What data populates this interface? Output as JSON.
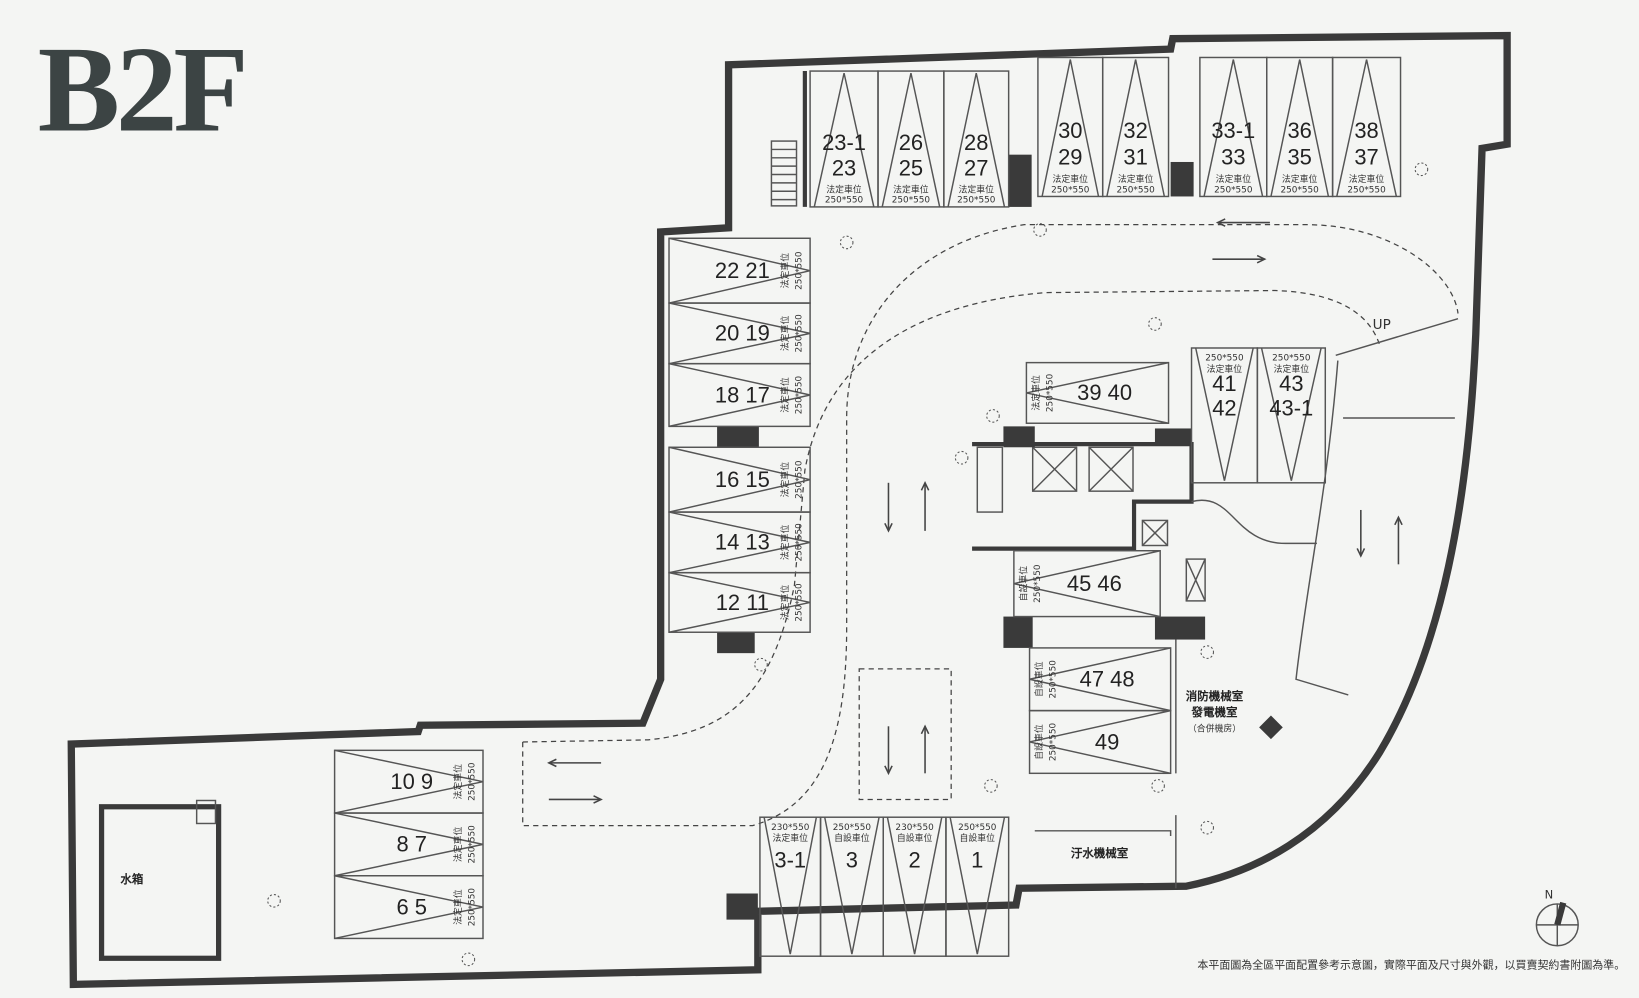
{
  "title": "B2F",
  "stalls": [
    {
      "numbers": [
        "23-1",
        "23"
      ],
      "type": "法定車位",
      "size": "250*550"
    },
    {
      "numbers": [
        "26",
        "25"
      ],
      "type": "法定車位",
      "size": "250*550"
    },
    {
      "numbers": [
        "28",
        "27"
      ],
      "type": "法定車位",
      "size": "250*550"
    },
    {
      "numbers": [
        "30",
        "29"
      ],
      "type": "法定車位",
      "size": "250*550"
    },
    {
      "numbers": [
        "32",
        "31"
      ],
      "type": "法定車位",
      "size": "250*550"
    },
    {
      "numbers": [
        "33-1",
        "33"
      ],
      "type": "法定車位",
      "size": "250*550"
    },
    {
      "numbers": [
        "36",
        "35"
      ],
      "type": "法定車位",
      "size": "250*550"
    },
    {
      "numbers": [
        "38",
        "37"
      ],
      "type": "法定車位",
      "size": "250*550"
    },
    {
      "numbers": [
        "22 21"
      ],
      "type": "法定車位",
      "size": "250*550"
    },
    {
      "numbers": [
        "20 19"
      ],
      "type": "法定車位",
      "size": "250*550"
    },
    {
      "numbers": [
        "18 17"
      ],
      "type": "法定車位",
      "size": "250*550"
    },
    {
      "numbers": [
        "16 15"
      ],
      "type": "法定車位",
      "size": "250*550"
    },
    {
      "numbers": [
        "14 13"
      ],
      "type": "法定車位",
      "size": "250*550"
    },
    {
      "numbers": [
        "12 11"
      ],
      "type": "法定車位",
      "size": "250*550"
    },
    {
      "numbers": [
        "39 40"
      ],
      "type": "法定車位",
      "size": "250*550"
    },
    {
      "numbers": [
        "41",
        "42"
      ],
      "type": "法定車位",
      "size": "250*550"
    },
    {
      "numbers": [
        "43",
        "43-1"
      ],
      "type": "法定車位",
      "size": "250*550"
    },
    {
      "numbers": [
        "45 46"
      ],
      "type": "自設車位",
      "size": "250*550"
    },
    {
      "numbers": [
        "47 48"
      ],
      "type": "自設車位",
      "size": "250*550"
    },
    {
      "numbers": [
        "49"
      ],
      "type": "自設車位",
      "size": "250*550"
    },
    {
      "numbers": [
        "10 9"
      ],
      "type": "法定車位",
      "size": "250*550"
    },
    {
      "numbers": [
        "8 7"
      ],
      "type": "法定車位",
      "size": "250*550"
    },
    {
      "numbers": [
        "6 5"
      ],
      "type": "法定車位",
      "size": "250*550"
    },
    {
      "numbers": [
        "3-1"
      ],
      "type": "法定車位",
      "size": "230*550"
    },
    {
      "numbers": [
        "3"
      ],
      "type": "自設車位",
      "size": "250*550"
    },
    {
      "numbers": [
        "2"
      ],
      "type": "自設車位",
      "size": "230*550"
    },
    {
      "numbers": [
        "1"
      ],
      "type": "自設車位",
      "size": "250*550"
    }
  ],
  "rooms": {
    "fire_room": "消防機械室",
    "generator_room": "發電機室",
    "merged_note": "（合併機房）",
    "sewage_room": "汙水機械室",
    "water_tank": "水箱"
  },
  "labels": {
    "up": "UP",
    "north": "N"
  },
  "note": "本平面圖為全區平面配置參考示意圖，實際平面及尺寸與外觀，以買賣契約書附圖為準。",
  "colors": {
    "wall": "#3a3a3a",
    "paper": "#f4f5f3"
  }
}
